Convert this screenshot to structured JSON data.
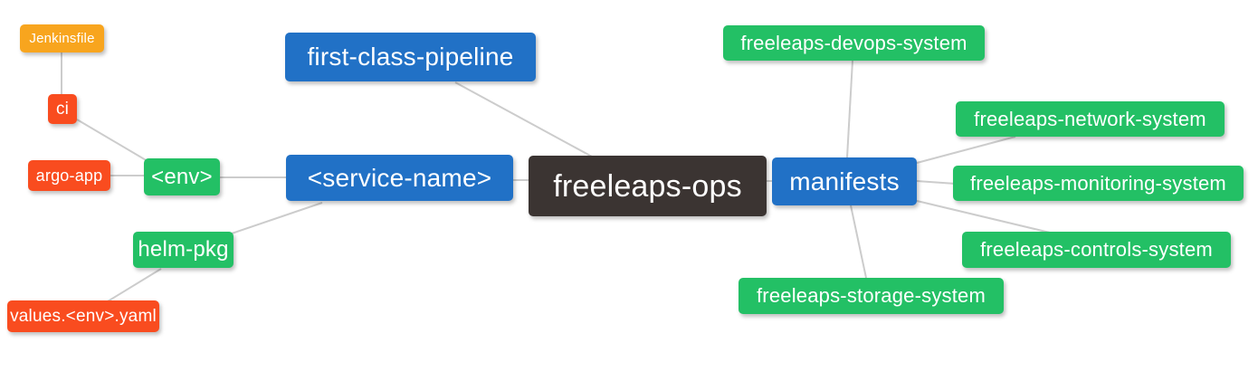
{
  "colors": {
    "blue": "#2171c6",
    "green": "#23c065",
    "red": "#f94c1f",
    "orange": "#f8a51e",
    "dark": "#3b3432",
    "edge": "#cccccc",
    "background": "#ffffff",
    "node_text": "#ffffff"
  },
  "nodes": {
    "jenkinsfile": {
      "label": "Jenkinsfile",
      "color": "orange"
    },
    "ci": {
      "label": "ci",
      "color": "red"
    },
    "argo_app": {
      "label": "argo-app",
      "color": "red"
    },
    "env": {
      "label": "<env>",
      "color": "green"
    },
    "helm_pkg": {
      "label": "helm-pkg",
      "color": "green"
    },
    "values_env_yaml": {
      "label": "values.<env>.yaml",
      "color": "red"
    },
    "first_class_pipeline": {
      "label": "first-class-pipeline",
      "color": "blue"
    },
    "service_name": {
      "label": "<service-name>",
      "color": "blue"
    },
    "freeleaps_ops": {
      "label": "freeleaps-ops",
      "color": "dark"
    },
    "manifests": {
      "label": "manifests",
      "color": "blue"
    },
    "devops_system": {
      "label": "freeleaps-devops-system",
      "color": "green"
    },
    "network_system": {
      "label": "freeleaps-network-system",
      "color": "green"
    },
    "monitoring_system": {
      "label": "freeleaps-monitoring-system",
      "color": "green"
    },
    "controls_system": {
      "label": "freeleaps-controls-system",
      "color": "green"
    },
    "storage_system": {
      "label": "freeleaps-storage-system",
      "color": "green"
    }
  },
  "edges": [
    {
      "from": "jenkinsfile",
      "to": "ci"
    },
    {
      "from": "ci",
      "to": "env"
    },
    {
      "from": "argo_app",
      "to": "env"
    },
    {
      "from": "env",
      "to": "service_name"
    },
    {
      "from": "service_name",
      "to": "helm_pkg"
    },
    {
      "from": "helm_pkg",
      "to": "values_env_yaml"
    },
    {
      "from": "first_class_pipeline",
      "to": "freeleaps_ops"
    },
    {
      "from": "service_name",
      "to": "freeleaps_ops"
    },
    {
      "from": "freeleaps_ops",
      "to": "manifests"
    },
    {
      "from": "manifests",
      "to": "devops_system"
    },
    {
      "from": "manifests",
      "to": "network_system"
    },
    {
      "from": "manifests",
      "to": "monitoring_system"
    },
    {
      "from": "manifests",
      "to": "controls_system"
    },
    {
      "from": "manifests",
      "to": "storage_system"
    }
  ]
}
